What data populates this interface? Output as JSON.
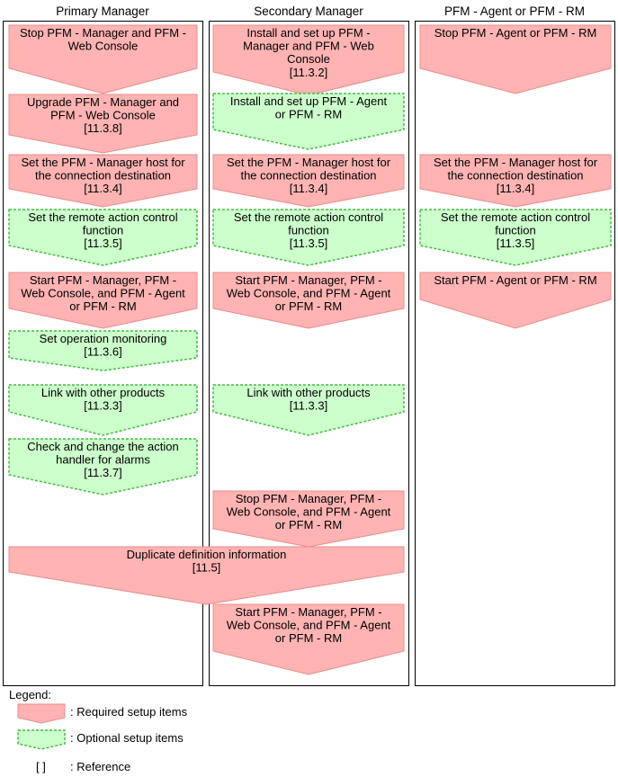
{
  "columns": [
    {
      "title": "Primary Manager"
    },
    {
      "title": "Secondary Manager"
    },
    {
      "title": "PFM - Agent or PFM - RM"
    }
  ],
  "colors": {
    "required_fill": "#ffb3b3",
    "required_stroke": "#e88c8c",
    "optional_fill": "#ccffcc",
    "optional_stroke": "#44bb44",
    "frame": "#000000"
  },
  "steps": [
    {
      "id": "p1",
      "type": "required",
      "lines": [
        "Stop PFM - Manager and PFM -",
        "Web Console"
      ]
    },
    {
      "id": "p2",
      "type": "required",
      "lines": [
        "Upgrade PFM - Manager and",
        "PFM - Web Console",
        "[11.3.8]"
      ]
    },
    {
      "id": "p3",
      "type": "required",
      "lines": [
        "Set the PFM - Manager host for",
        "the connection destination",
        "[11.3.4]"
      ]
    },
    {
      "id": "p4",
      "type": "optional",
      "lines": [
        "Set the remote action control",
        "function",
        "[11.3.5]"
      ]
    },
    {
      "id": "p5",
      "type": "required",
      "lines": [
        "Start PFM - Manager, PFM -",
        "Web Console, and PFM - Agent",
        "or PFM - RM"
      ]
    },
    {
      "id": "p6",
      "type": "optional",
      "lines": [
        "Set operation monitoring",
        "[11.3.6]"
      ]
    },
    {
      "id": "p7",
      "type": "optional",
      "lines": [
        "Link with other products",
        "[11.3.3]"
      ]
    },
    {
      "id": "p8",
      "type": "optional",
      "lines": [
        "Check and change the action",
        "handler for alarms",
        "[11.3.7]"
      ]
    },
    {
      "id": "s1",
      "type": "required",
      "lines": [
        "Install and set up PFM -",
        "Manager and PFM - Web",
        "Console",
        "[11.3.2]"
      ]
    },
    {
      "id": "s2",
      "type": "optional",
      "lines": [
        "Install and set up PFM - Agent",
        "or PFM - RM"
      ]
    },
    {
      "id": "s3",
      "type": "required",
      "lines": [
        "Set the PFM - Manager host for",
        "the connection destination",
        "[11.3.4]"
      ]
    },
    {
      "id": "s4",
      "type": "optional",
      "lines": [
        "Set the remote action control",
        "function",
        "[11.3.5]"
      ]
    },
    {
      "id": "s5",
      "type": "required",
      "lines": [
        "Start PFM - Manager, PFM -",
        "Web Console, and PFM - Agent",
        "or PFM - RM"
      ]
    },
    {
      "id": "s6",
      "type": "optional",
      "lines": [
        "Link with other products",
        "[11.3.3]"
      ]
    },
    {
      "id": "s7",
      "type": "required",
      "lines": [
        "Stop PFM - Manager, PFM -",
        "Web Console, and PFM - Agent",
        "or PFM - RM"
      ]
    },
    {
      "id": "s8",
      "type": "required",
      "lines": [
        "Start PFM - Manager, PFM -",
        "Web Console, and PFM - Agent",
        "or PFM - RM"
      ]
    },
    {
      "id": "d1",
      "type": "required",
      "lines": [
        "Duplicate definition information",
        "[11.5]"
      ]
    },
    {
      "id": "a1",
      "type": "required",
      "lines": [
        "Stop PFM - Agent or PFM - RM"
      ]
    },
    {
      "id": "a2",
      "type": "required",
      "lines": [
        "Set the PFM - Manager host for",
        "the connection destination",
        "[11.3.4]"
      ]
    },
    {
      "id": "a3",
      "type": "optional",
      "lines": [
        "Set the remote action control",
        "function",
        "[11.3.5]"
      ]
    },
    {
      "id": "a4",
      "type": "required",
      "lines": [
        "Start PFM - Agent or PFM - RM"
      ]
    }
  ],
  "legend": {
    "title": "Legend:",
    "required_label": ": Required setup items",
    "optional_label": ": Optional setup items",
    "reference_symbol": "[ ]",
    "reference_label": ": Reference"
  }
}
